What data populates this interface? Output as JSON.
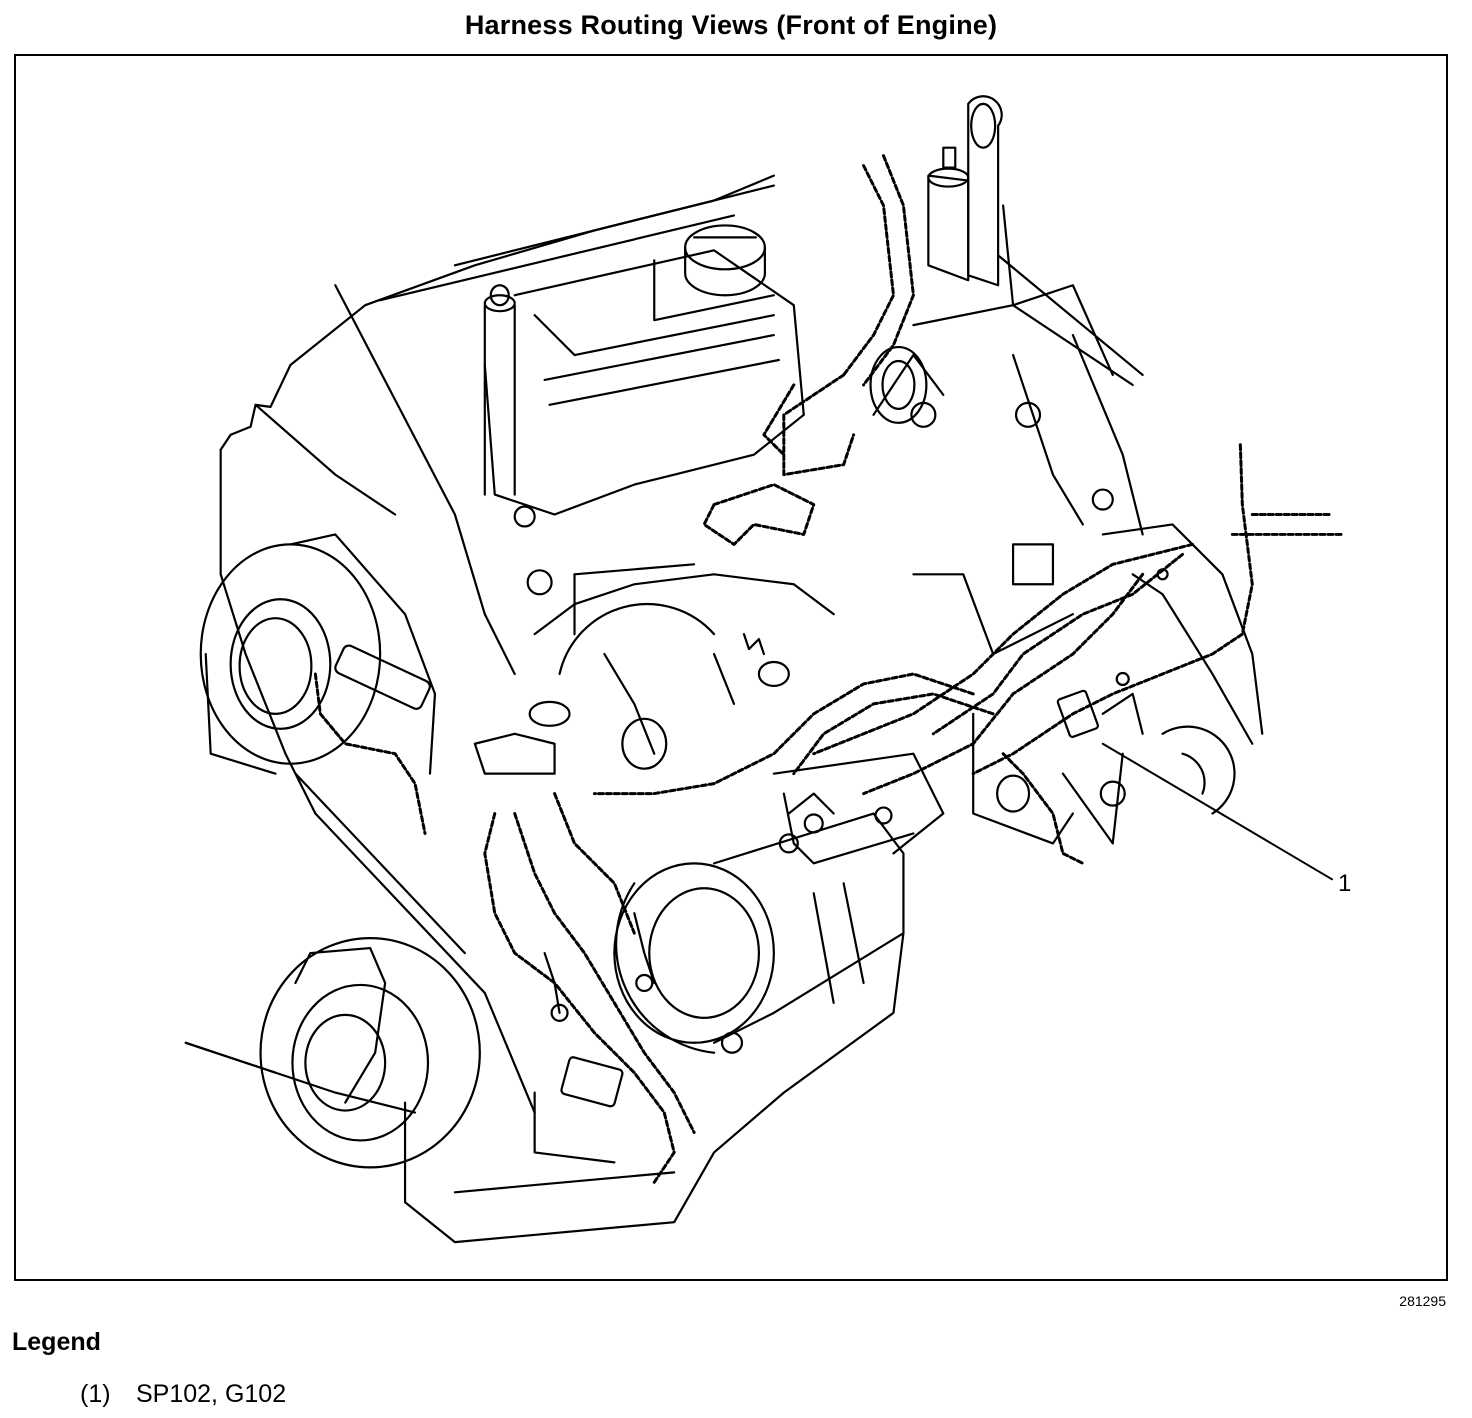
{
  "title": "Harness Routing Views (Front of Engine)",
  "figure": {
    "callouts": [
      {
        "label": "1"
      }
    ],
    "figure_id": "281295"
  },
  "legend": {
    "heading": "Legend",
    "items": [
      {
        "key": "(1)",
        "text": "SP102, G102"
      }
    ]
  }
}
